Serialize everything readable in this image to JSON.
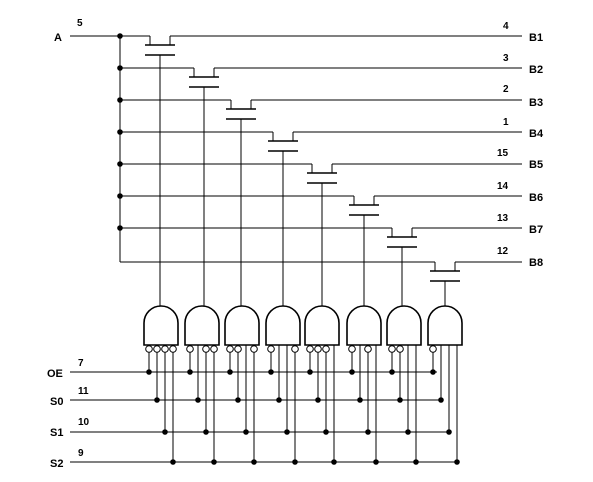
{
  "diagram": {
    "input_a": {
      "label": "A",
      "pin": "5"
    },
    "outputs": [
      {
        "label": "B1",
        "pin": "4"
      },
      {
        "label": "B2",
        "pin": "3"
      },
      {
        "label": "B3",
        "pin": "2"
      },
      {
        "label": "B4",
        "pin": "1"
      },
      {
        "label": "B5",
        "pin": "15"
      },
      {
        "label": "B6",
        "pin": "14"
      },
      {
        "label": "B7",
        "pin": "13"
      },
      {
        "label": "B8",
        "pin": "12"
      }
    ],
    "controls": [
      {
        "label": "OE",
        "pin": "7"
      },
      {
        "label": "S0",
        "pin": "11"
      },
      {
        "label": "S1",
        "pin": "10"
      },
      {
        "label": "S2",
        "pin": "9"
      }
    ]
  }
}
